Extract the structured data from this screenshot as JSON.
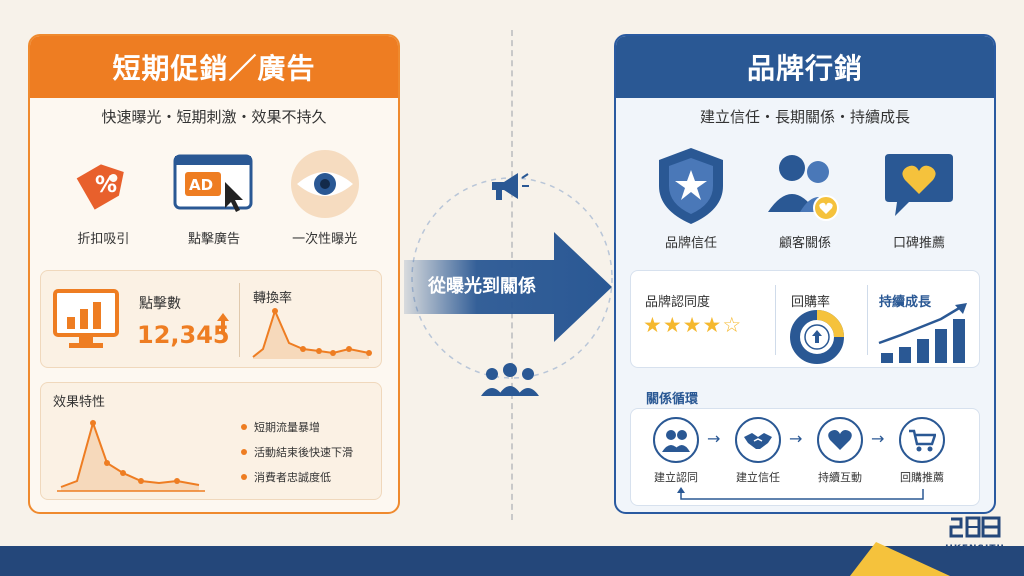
{
  "left": {
    "title": "短期促銷／廣告",
    "subtitle": "快速曝光・短期刺激・效果不持久",
    "icons": [
      {
        "label": "折扣吸引",
        "icon": "discount-tag-icon"
      },
      {
        "label": "點擊廣告",
        "icon": "ad-click-icon",
        "badge": "AD"
      },
      {
        "label": "一次性曝光",
        "icon": "eye-icon"
      }
    ],
    "clicks": {
      "title": "點擊數",
      "value": "12,345"
    },
    "conversion": {
      "title": "轉換率"
    },
    "effects": {
      "title": "效果特性",
      "bullets": [
        "短期流量暴增",
        "活動結束後快速下滑",
        "消費者忠誠度低"
      ]
    }
  },
  "center": {
    "arrow_text": "從曝光到關係"
  },
  "right": {
    "title": "品牌行銷",
    "subtitle": "建立信任・長期關係・持續成長",
    "icons": [
      {
        "label": "品牌信任",
        "icon": "shield-star-icon"
      },
      {
        "label": "顧客關係",
        "icon": "people-heart-icon"
      },
      {
        "label": "口碑推薦",
        "icon": "chat-heart-icon"
      }
    ],
    "metrics": {
      "brand_title": "品牌認同度",
      "stars_filled": 4,
      "stars_total": 5,
      "repurchase_title": "回購率",
      "growth_title": "持續成長"
    },
    "loop": {
      "title": "關係循環",
      "steps": [
        "建立認同",
        "建立信任",
        "持續互動",
        "回購推薦"
      ]
    }
  },
  "brand": {
    "logo_text": "JIKENSITU"
  },
  "colors": {
    "orange": "#ee7d22",
    "blue": "#2a5894",
    "gold": "#f5c23c"
  }
}
